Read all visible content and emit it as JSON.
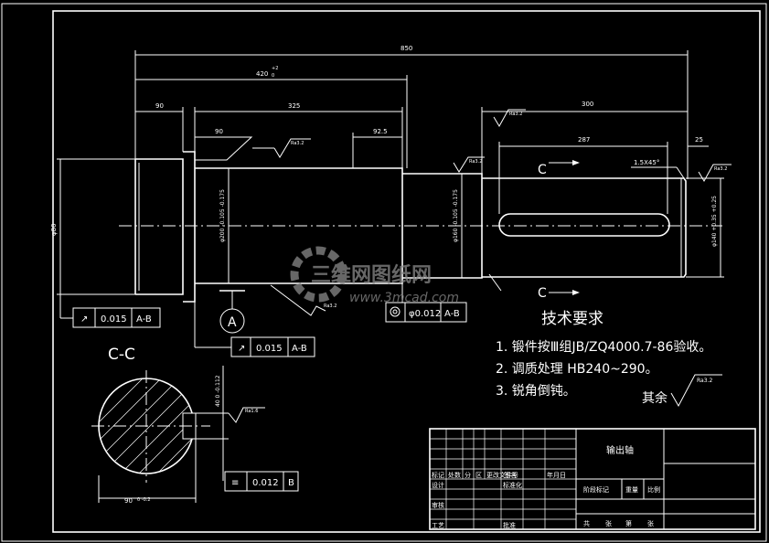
{
  "dimensions": {
    "overall_length": "850",
    "length_420": "420",
    "tol_420": "+2",
    "tol_420_low": "0",
    "length_90": "90",
    "length_325": "325",
    "length_90b": "90",
    "length_92_5": "92.5",
    "length_300": "300",
    "length_287": "287",
    "length_25": "25",
    "chamfer": "1.5X45°",
    "dia_left": "φ80",
    "dia_mid": "φ200 -0.105 -0.175",
    "dia_mid2": "φ160 -0.105 -0.175",
    "dia_right": "φ140 +0.35 +0.25",
    "key_width": "90",
    "key_tol": "0 -0.2",
    "key_depth": "40 0 -0.112"
  },
  "roughness": {
    "ra32": "Ra3.2",
    "ra16": "Ra1.6"
  },
  "tolerance_frames": {
    "runout1": {
      "symbol": "↗",
      "value": "0.015",
      "datum": "A-B"
    },
    "runout2": {
      "symbol": "↗",
      "value": "0.015",
      "datum": "A-B"
    },
    "position": {
      "symbol": "◎",
      "value": "φ0.012",
      "datum": "A-B"
    },
    "symmetry": {
      "symbol": "≡",
      "value": "0.012",
      "datum": "B"
    }
  },
  "datum_a": "A",
  "datum_b": "B",
  "section_label": "C-C",
  "section_c_top": "C",
  "section_c_bottom": "C",
  "tech_requirements": {
    "title": "技术要求",
    "items": [
      "1.  锻件按Ⅲ组JB/ZQ4000.7-86验收。",
      "2.  调质处理 HB240~290。",
      "3.  锐角倒钝。"
    ],
    "rest_label": "其余",
    "rest_ra": "Ra3.2"
  },
  "title_block": {
    "part_name": "输出轴",
    "row_labels": [
      "标记",
      "处数",
      "分",
      "区",
      "更改文件号",
      "签名",
      "年月日"
    ],
    "left_labels": [
      "设计",
      "审核",
      "工艺"
    ],
    "std": "标准化",
    "approve": "批准",
    "stage": "阶段标记",
    "weight": "重量",
    "scale": "比例",
    "sheets": [
      "共",
      "张",
      "第",
      "张"
    ]
  },
  "watermark": {
    "brand": "三维网图纸网",
    "url": "www.3mcad.com"
  }
}
